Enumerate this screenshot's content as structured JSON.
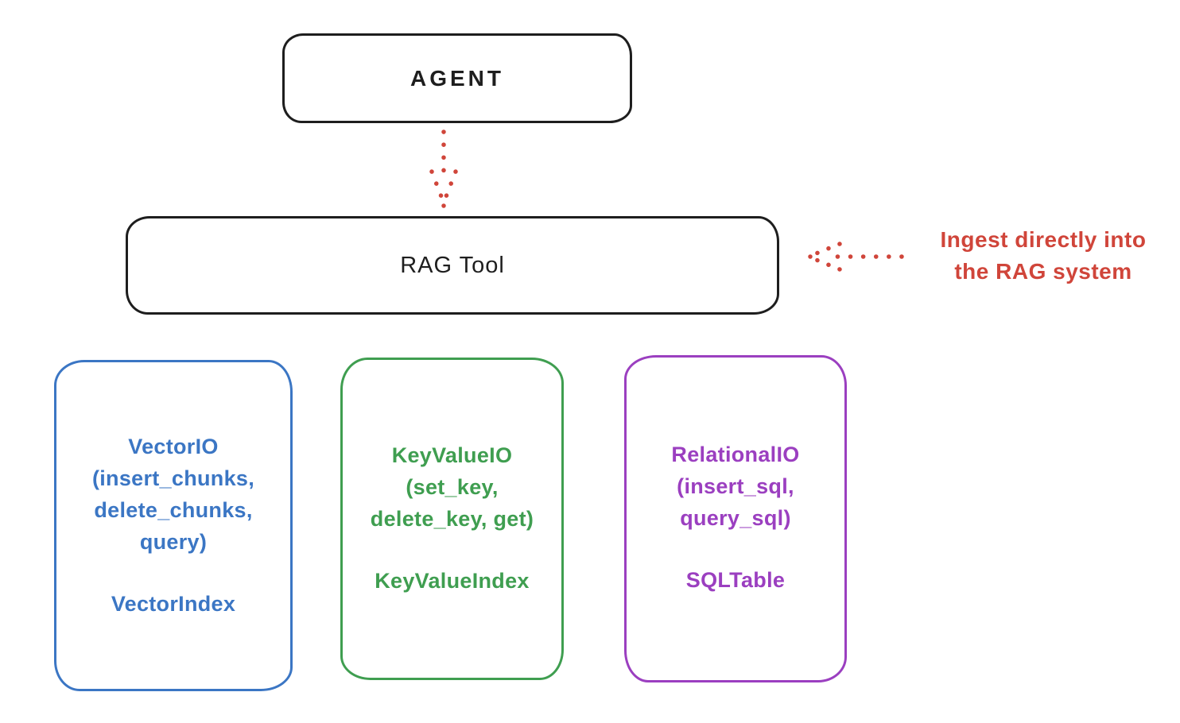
{
  "diagram": {
    "colors": {
      "stroke_dark": "#1e1e1e",
      "red": "#d0453a",
      "blue": "#3b76c4",
      "green": "#3f9e50",
      "purple": "#9b3fc0"
    },
    "nodes": {
      "agent": {
        "label": "AGENT"
      },
      "rag_tool": {
        "label": "RAG Tool"
      },
      "vector": {
        "lines": [
          "VectorIO",
          "(insert_chunks,",
          "delete_chunks,",
          "query)"
        ],
        "index_label": "VectorIndex"
      },
      "keyvalue": {
        "lines": [
          "KeyValueIO",
          "(set_key,",
          "delete_key, get)"
        ],
        "index_label": "KeyValueIndex"
      },
      "relational": {
        "lines": [
          "RelationalIO",
          "(insert_sql,",
          "query_sql)"
        ],
        "index_label": "SQLTable"
      }
    },
    "annotation": {
      "lines": [
        "Ingest directly into",
        "the RAG system"
      ]
    }
  }
}
